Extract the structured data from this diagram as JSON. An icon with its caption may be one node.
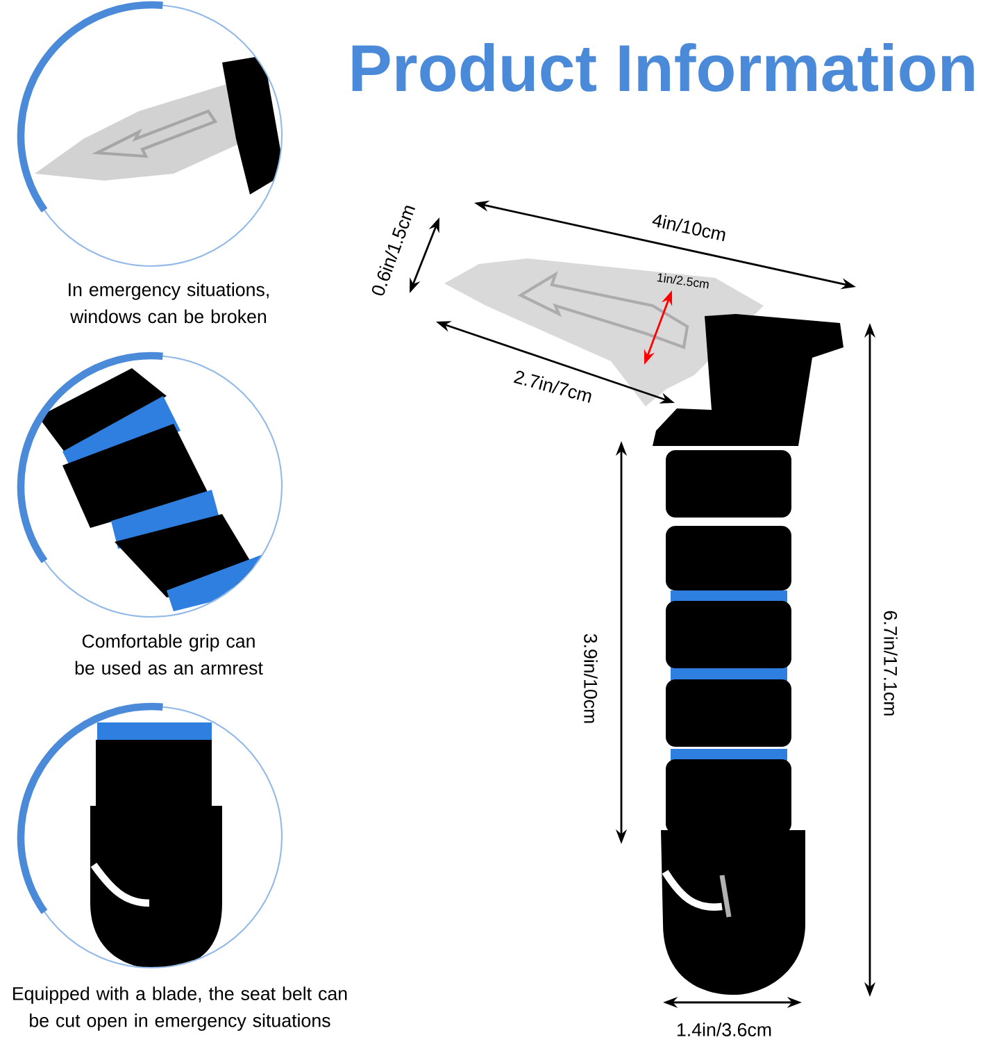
{
  "diagram": {
    "title": "Product Information",
    "labels": [
      "In emergency situations, windows can be broken",
      "0.6in/1.5cm",
      "4in/10cm",
      "1in/2.5cm",
      "2.7in/7cm",
      "Comfortable grip can be used as an armrest",
      "3.9in/10cm",
      "6.7in/17.1cm",
      "Equipped with a blade, the seat belt can be cut open in emergency situations",
      "1.4in/3.6cm"
    ]
  }
}
